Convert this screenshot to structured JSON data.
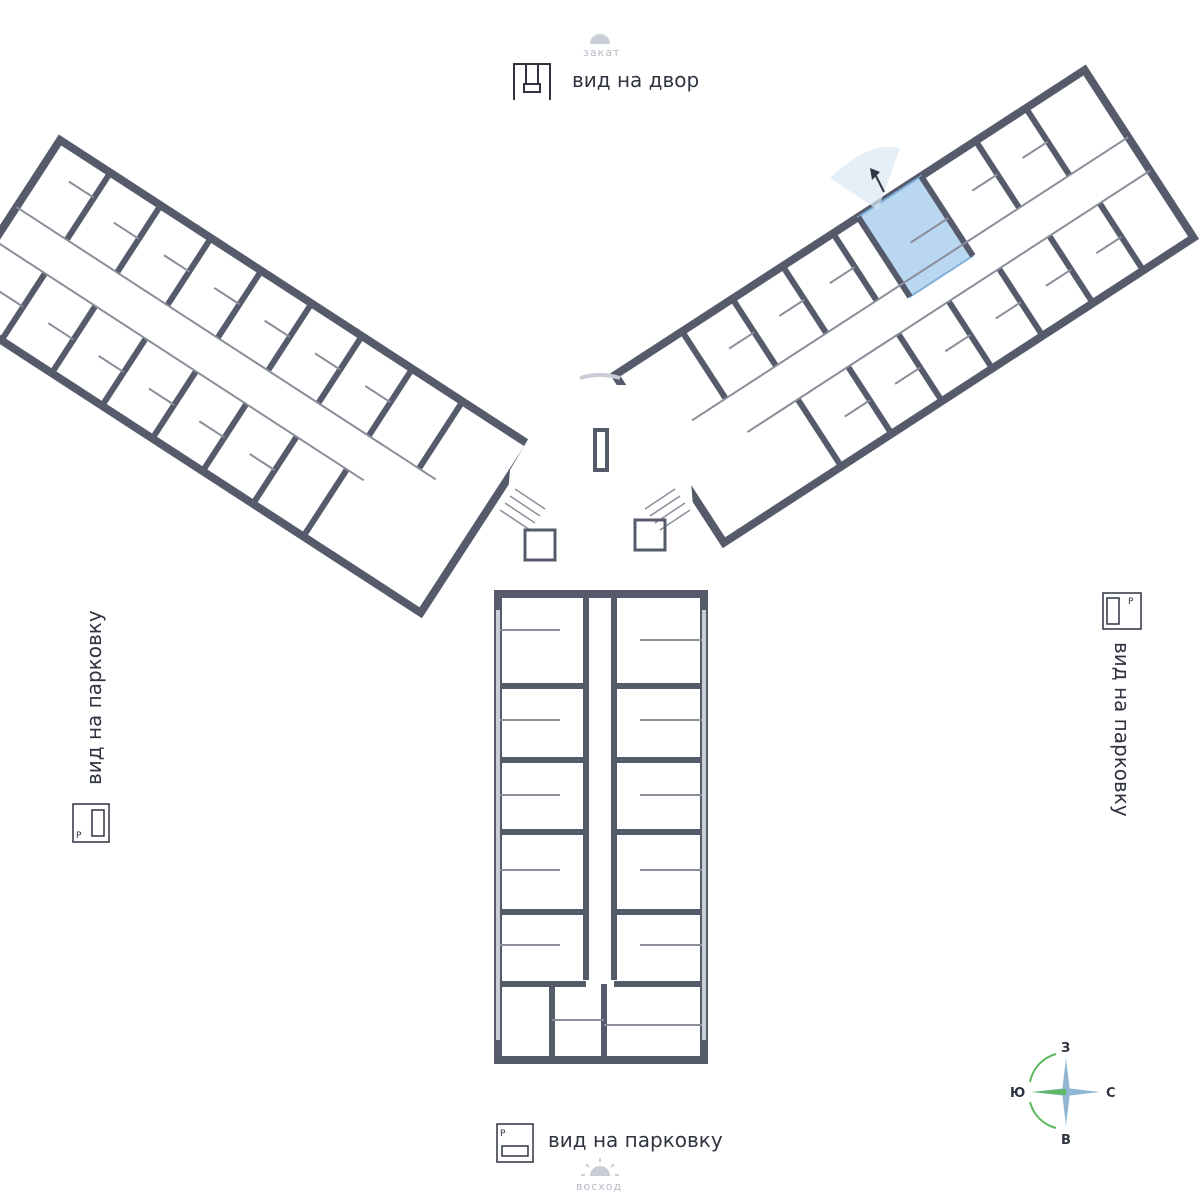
{
  "views": {
    "top": "вид на двор",
    "bottom": "вид на парковку",
    "left": "вид на парковку",
    "right": "вид на парковку"
  },
  "sun": {
    "sunset": "закат",
    "sunrise": "восход"
  },
  "compass": {
    "north_top": "З",
    "bottom": "В",
    "left": "Ю",
    "right": "С"
  },
  "colors": {
    "wall": "#565b6c",
    "thin_wall": "#8a8e9a",
    "highlight": "#b9d7f0",
    "highlight_stroke": "#7fb1dc",
    "window": "#c9cdd5",
    "compass_green": "#5cb85c",
    "compass_blue": "#8fb7d4"
  },
  "icons": {
    "courtyard": "swing-icon",
    "parking": "parking-icon",
    "view_direction": "arrow-up-icon"
  }
}
